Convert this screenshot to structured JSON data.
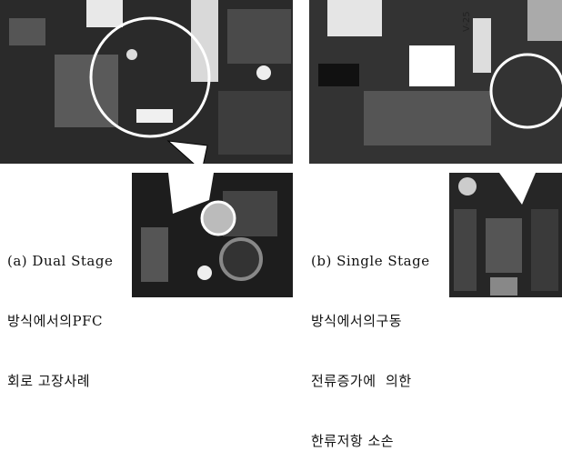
{
  "figure_a": {
    "caption_lines": [
      "(a) Dual Stage",
      "방식에서의PFC",
      "회로 고장사례"
    ]
  },
  "figure_b": {
    "board_marking": "V-25",
    "caption_lines": [
      "(b) Single Stage",
      "방식에서의구동",
      "전류증가에  의한",
      "한류저항 소손"
    ]
  }
}
